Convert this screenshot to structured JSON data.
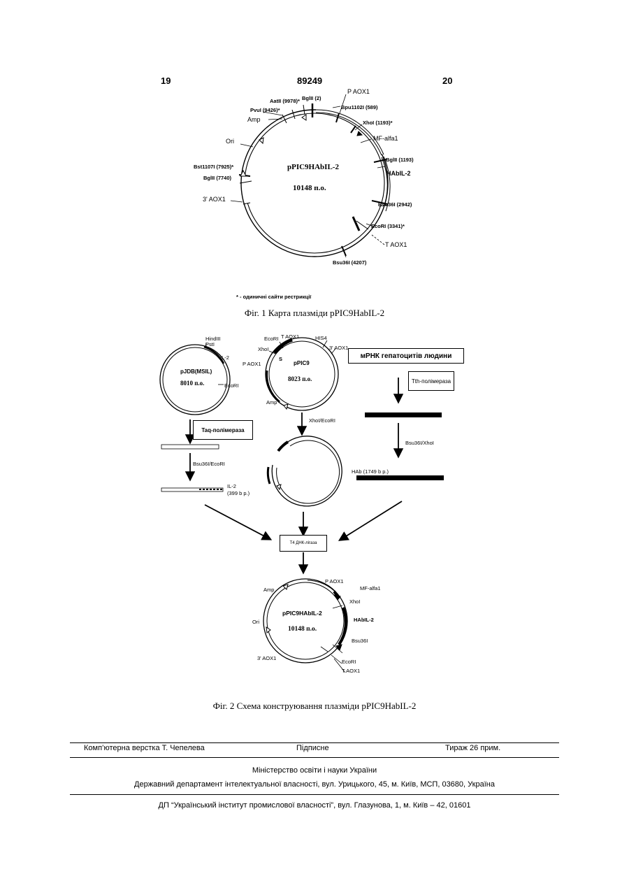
{
  "header": {
    "page_left": "19",
    "patent_number": "89249",
    "page_right": "20"
  },
  "figure1": {
    "plasmid_name": "pPIC9HAbIL-2",
    "plasmid_size": "10148 п.о.",
    "labels": {
      "p_aox1": "P AOX1",
      "bglii_2": "BglII (2)",
      "aatii": "AatII (9978)*",
      "pvui": "PvuI (9426)*",
      "amp": "Amp",
      "bpu": "Bpu1102I (589)",
      "xhoi": "XhoI (1193)*",
      "mf_alfa1": "MF-alfa1",
      "ori": "Ori",
      "bglii_1193": "BglII (1193)",
      "habil2": "HAbIL-2",
      "bst": "Bst1107I (7925)*",
      "bglii_7740": "BglII (7740)",
      "aox1_3": "3' AOX1",
      "bsu_2942": "Bsu36I (2942)",
      "ecori": "EcoRI (3341)*",
      "t_aox1": "T AOX1",
      "bsu_4207": "Bsu36I (4207)"
    },
    "footnote": "* - одиничні сайти рестрикції",
    "caption": "Фіг. 1 Карта плазміди pPIC9HabIL-2"
  },
  "figure2": {
    "pjdb": {
      "name": "pJDB(MSIL)",
      "size": "8010 п.о.",
      "hindiii": "HindIII",
      "psti": "PstI",
      "il2": "IL-2",
      "ecori": "EcoRI"
    },
    "ppic9": {
      "name": "pPIC9",
      "size": "8023 п.о.",
      "ecori": "EcoRI",
      "t_aox1": "T AOX1",
      "his4": "HIS4",
      "xhoi": "XhoI",
      "aox1_3": "3' AOX1",
      "p_aox1": "P AOX1",
      "s": "S",
      "amp": "Amp"
    },
    "mrna_box": "мРНК гепатоцитів людини",
    "tth_box": "Tth-полімераза",
    "taq_box": "Taq-полімераза",
    "bsu_ecori": "Bsu36I/EcoRI",
    "xhoi_ecori": "XhoI/EcoRI",
    "bsu_xhoi": "Bsu36I/XhoI",
    "il2_fragment": "IL-2",
    "il2_fragment_size": "(399 b p.)",
    "hab_fragment": "HAb (1749 b p.)",
    "ligase_box": "T4 ДНК-лігаза",
    "final": {
      "name": "pPIC9HAbIL-2",
      "size": "10148 п.о.",
      "p_aox1": "P AOX1",
      "amp": "Amp",
      "mf_alfa1": "MF-alfa1",
      "xhoi": "XhoI",
      "ori": "Ori",
      "habil2": "HAbIL-2",
      "bsu36i": "Bsu36I",
      "aox1_3": "3' AOX1",
      "ecori": "EcoRI",
      "t_aox1": "T AOX1"
    },
    "caption": "Фіг. 2 Схема конструювання плазміди pPIC9HabIL-2"
  },
  "footer": {
    "layout": "Комп’ютерна верстка Т. Чепелева",
    "signed": "Підписне",
    "print_run": "Тираж 26 прим.",
    "ministry": "Міністерство освіти і науки України",
    "department": "Державний департамент інтелектуальної власності, вул. Урицького, 45, м. Київ, МСП, 03680, Україна",
    "institute": "ДП “Український інститут промислової власності”, вул. Глазунова, 1, м. Київ – 42, 01601"
  }
}
